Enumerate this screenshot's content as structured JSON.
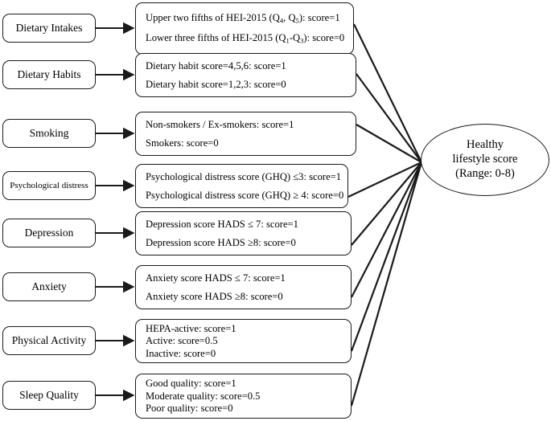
{
  "diagram": {
    "title": "Healthy lifestyle score construction flow diagram",
    "colors": {
      "stroke": "#1a1a1a",
      "text": "#000000",
      "background": "#ffffff"
    },
    "components": [
      {
        "name": "Dietary Intakes",
        "label_size": "normal",
        "rules": [
          {
            "text": "Upper two fifths of HEI-2015 (Q",
            "sub1": "4",
            "mid": ", Q",
            "sub2": "5",
            "tail": "): score=1"
          },
          {
            "text": "Lower three fifths of HEI-2015 (Q",
            "sub1": "1",
            "mid": "-Q",
            "sub2": "3",
            "tail": "): score=0"
          }
        ]
      },
      {
        "name": "Dietary Habits",
        "label_size": "normal",
        "rules": [
          {
            "text": "Dietary habit score=4,5,6: score=1"
          },
          {
            "text": "Dietary habit score=1,2,3: score=0"
          }
        ]
      },
      {
        "name": "Smoking",
        "label_size": "normal",
        "rules": [
          {
            "text": "Non-smokers / Ex-smokers: score=1"
          },
          {
            "text": "Smokers: score=0"
          }
        ]
      },
      {
        "name": "Psychological distress",
        "label_size": "small",
        "rules": [
          {
            "text": "Psychological distress score (GHQ) ≤3: score=1"
          },
          {
            "text": "Psychological distress score (GHQ) ≥ 4: score=0"
          }
        ]
      },
      {
        "name": "Depression",
        "label_size": "normal",
        "rules": [
          {
            "text": "Depression score HADS ≤ 7: score=1"
          },
          {
            "text": "Depression score HADS ≥8: score=0"
          }
        ]
      },
      {
        "name": "Anxiety",
        "label_size": "normal",
        "rules": [
          {
            "text": "Anxiety score HADS ≤ 7: score=1"
          },
          {
            "text": "Anxiety score HADS ≥8: score=0"
          }
        ]
      },
      {
        "name": "Physical Activity",
        "label_size": "normal",
        "rules": [
          {
            "text": "HEPA-active: score=1"
          },
          {
            "text": "Active: score=0.5"
          },
          {
            "text": "Inactive: score=0"
          }
        ]
      },
      {
        "name": "Sleep Quality",
        "label_size": "normal",
        "rules": [
          {
            "text": "Good quality: score=1"
          },
          {
            "text": "Moderate quality: score=0.5"
          },
          {
            "text": "Poor quality: score=0"
          }
        ]
      }
    ],
    "outcome": {
      "lines": [
        "Healthy",
        "lifestyle score",
        "(Range: 0-8)"
      ]
    }
  }
}
